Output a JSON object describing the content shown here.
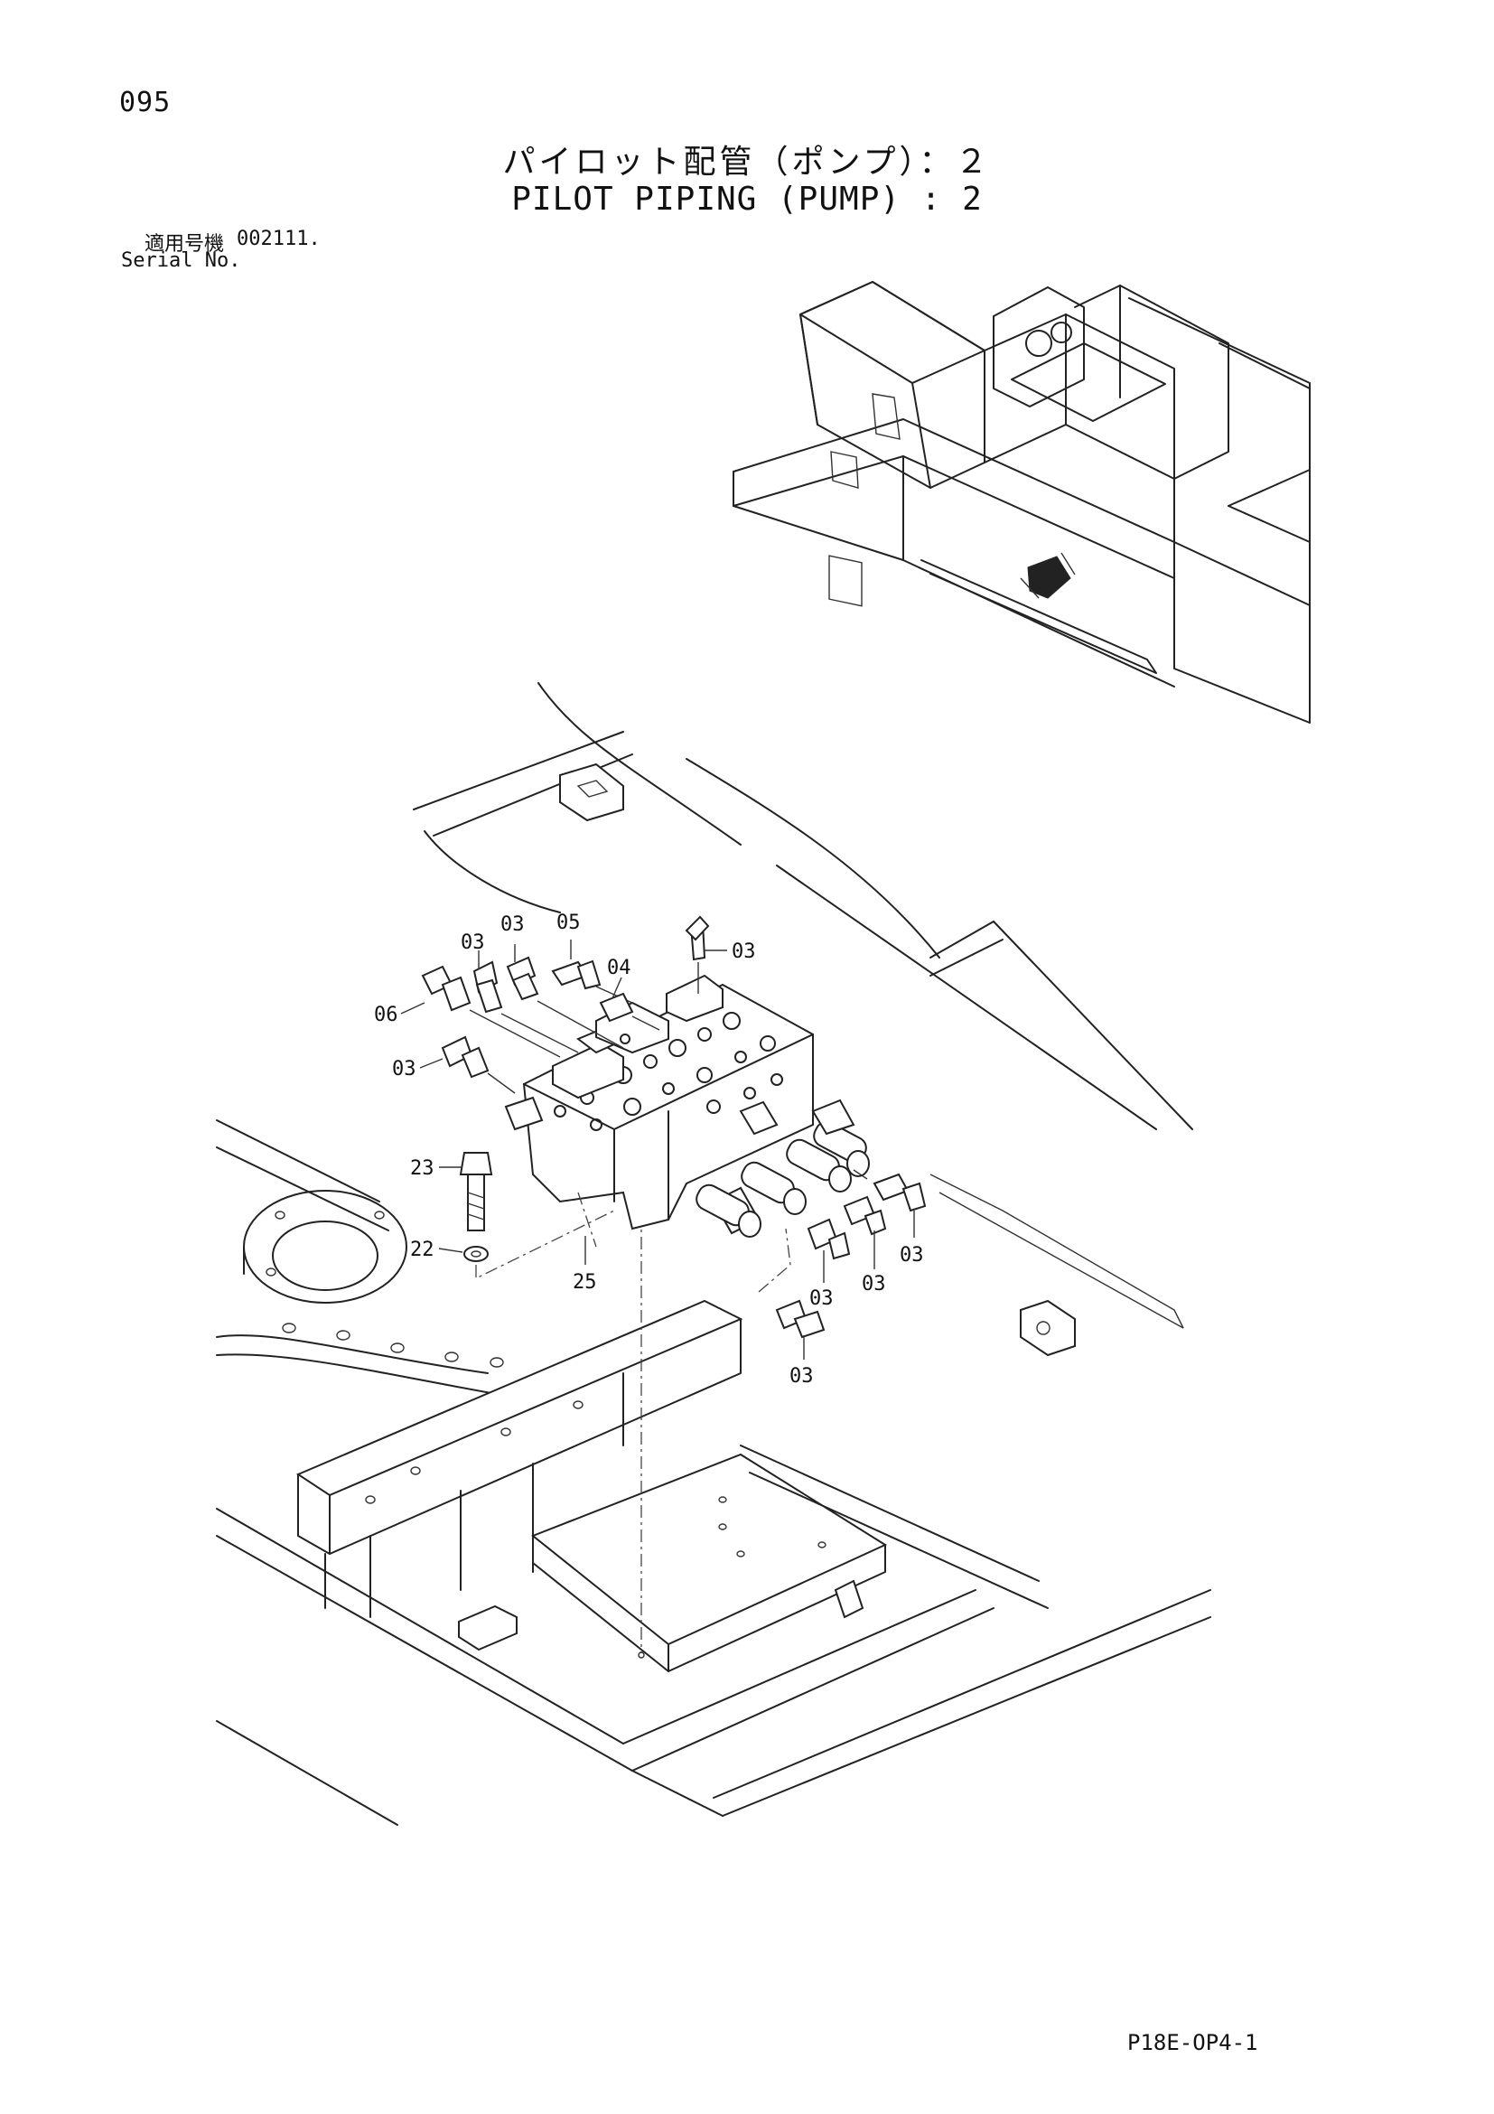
{
  "page": {
    "number": "095",
    "title_jp": "パイロット配管（ポンプ）：２",
    "title_en": "PILOT PIPING (PUMP) : 2",
    "serial_label_jp": "適用号機",
    "serial_label_en": "Serial No.",
    "serial_value": "002111.",
    "drawing_code": "P18E-OP4-1"
  },
  "callouts": {
    "c03_a": "03",
    "c03_b": "03",
    "c05": "05",
    "c04": "04",
    "c03_top": "03",
    "c06": "06",
    "c03_left": "03",
    "c23": "23",
    "c22": "22",
    "c25": "25",
    "c03_r1": "03",
    "c03_r2": "03",
    "c03_r3": "03",
    "c03_bottom": "03"
  }
}
